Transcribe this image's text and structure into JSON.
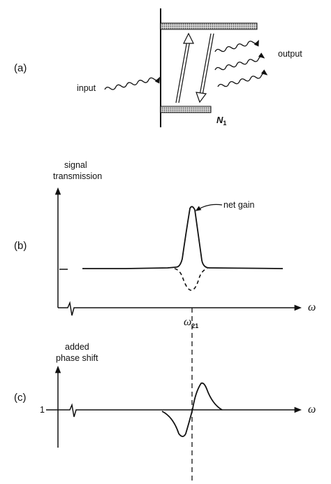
{
  "panel_a": {
    "label": "(a)",
    "input_label": "input",
    "output_label": "output",
    "level_symbol": "N",
    "level_subscript": "1"
  },
  "panel_b": {
    "label": "(b)",
    "y_label_line1": "signal",
    "y_label_line2": "transmission",
    "x_axis_symbol": "ω",
    "peak_annotation": "net gain",
    "center_tick_symbol": "ω",
    "center_tick_subscript": "21"
  },
  "panel_c": {
    "label": "(c)",
    "y_label_line1": "added",
    "y_label_line2": "phase shift",
    "x_axis_symbol": "ω",
    "y_tick": "1"
  },
  "colors": {
    "ink": "#111111",
    "hatch": "#888888"
  }
}
